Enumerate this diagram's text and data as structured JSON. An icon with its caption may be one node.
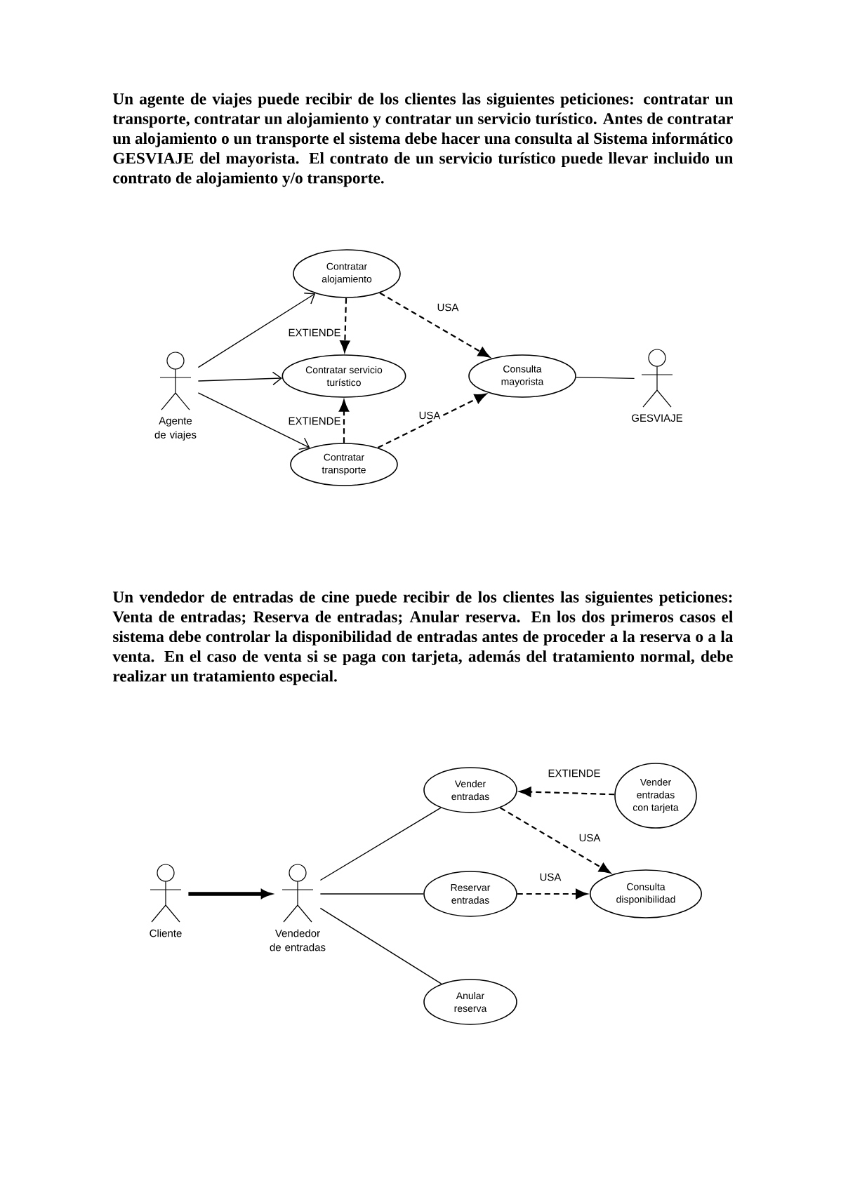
{
  "diagram": {
    "nodes": [
      {
        "text": [
          "Agente de viajes"
        ]
      },
      {
        "text": [
          "Contratar alojamiento"
        ]
      },
      {
        "text": [
          "Contratar servicio turístico"
        ]
      },
      {
        "text": [
          "Contratar transporte"
        ]
      },
      {
        "text": [
          "Consulta mayorista"
        ]
      },
      {
        "text": [
          "GESVIAJE"
        ]
      },
      {
        "text": [
          "Cliente"
        ]
      },
      {
        "text": [
          "Vendedor de entradas"
        ]
      },
      {
        "text": [
          "Vender entradas"
        ]
      },
      {
        "text": [
          "Vender entradas con tarjeta"
        ]
      },
      {
        "text": [
          "Reservar entradas"
        ]
      },
      {
        "text": [
          "Consulta disponibilidad"
        ]
      },
      {
        "text": [
          "Anular reserva"
        ]
      }
    ],
    "edges": [
      {
        "from": 0,
        "to": 1,
        "arrow": "to"
      },
      {
        "from": 0,
        "to": 2,
        "arrow": "to"
      },
      {
        "from": 0,
        "to": 3,
        "arrow": "to"
      },
      {
        "from": 1,
        "to": 2,
        "arrow": "to",
        "label": "EXTIENDE",
        "style": "dashed"
      },
      {
        "from": 3,
        "to": 2,
        "arrow": "to",
        "label": "EXTIENDE",
        "style": "dashed"
      },
      {
        "from": 1,
        "to": 4,
        "arrow": "to",
        "label": "USA",
        "style": "dashed"
      },
      {
        "from": 3,
        "to": 4,
        "arrow": "to",
        "label": "USA",
        "style": "dashed"
      },
      {
        "from": 4,
        "to": 5,
        "arrow": "none"
      },
      {
        "from": 6,
        "to": 7,
        "arrow": "to",
        "style": "thick"
      },
      {
        "from": 7,
        "to": 8,
        "arrow": "none"
      },
      {
        "from": 7,
        "to": 10,
        "arrow": "none"
      },
      {
        "from": 7,
        "to": 12,
        "arrow": "none"
      },
      {
        "from": 9,
        "to": 8,
        "arrow": "to",
        "label": "EXTIENDE",
        "style": "dashed"
      },
      {
        "from": 8,
        "to": 11,
        "arrow": "to",
        "label": "USA",
        "style": "dashed"
      },
      {
        "from": 10,
        "to": 11,
        "arrow": "to",
        "label": "USA",
        "style": "dashed"
      }
    ],
    "labels": [
      "Un agente de viajes puede recibir de los clientes las siguientes peticiones: contratar un transporte, contratar un alojamiento y contratar un servicio turístico. Antes de contratar un alojamiento o un transporte el sistema debe hacer una consulta al Sistema informático GESVIAJE del mayorista. El contrato de un servicio turístico puede llevar incluido un contrato de alojamiento y/o transporte.",
      "Un vendedor de entradas de cine puede recibir de los clientes las siguientes peticiones: Venta de entradas; Reserva de entradas; Anular reserva. En los dos primeros casos el sistema debe controlar la disponibilidad de entradas antes de proceder a la reserva o a la venta. En el caso de venta si se paga con tarjeta, además del tratamiento normal, debe realizar un tratamiento especial."
    ]
  }
}
